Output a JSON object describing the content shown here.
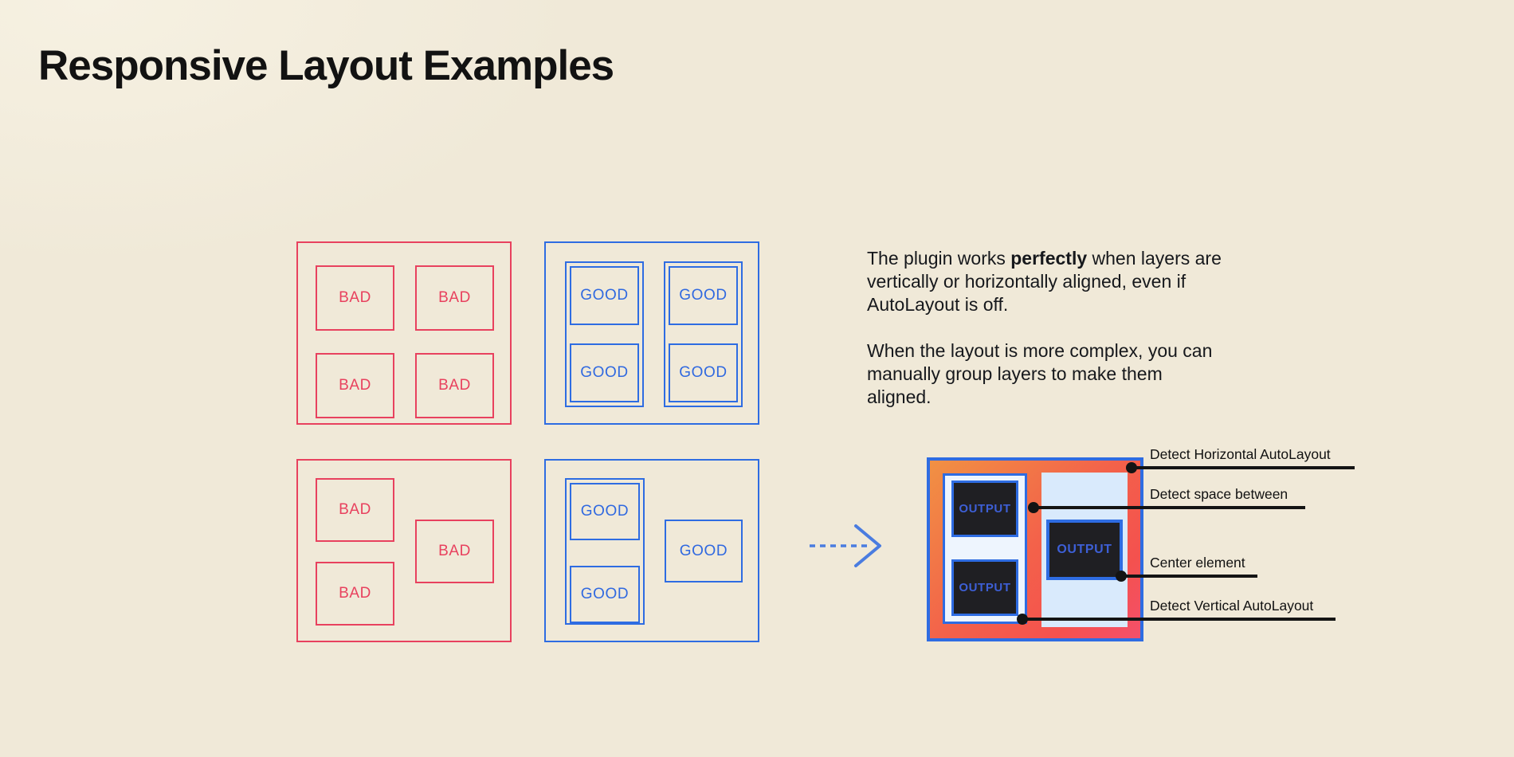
{
  "page": {
    "title": "Responsive Layout Examples"
  },
  "examples": {
    "bad_grid": {
      "labels": [
        "BAD",
        "BAD",
        "BAD",
        "BAD"
      ]
    },
    "good_grid": {
      "labels": [
        "GOOD",
        "GOOD",
        "GOOD",
        "GOOD"
      ]
    },
    "bad_scattered": {
      "labels": [
        "BAD",
        "BAD",
        "BAD"
      ]
    },
    "good_grouped": {
      "labels": [
        "GOOD",
        "GOOD",
        "GOOD"
      ]
    }
  },
  "description": {
    "p1_before": "The plugin works ",
    "p1_bold": "perfectly",
    "p1_after": " when layers are vertically or horizontally aligned, even if AutoLayout is off.",
    "p2": "When the layout is more complex, you can manually group layers to make them aligned."
  },
  "output_preview": {
    "labels": [
      "OUTPUT",
      "OUTPUT",
      "OUTPUT"
    ]
  },
  "annotations": {
    "horizontal": "Detect Horizontal AutoLayout",
    "space_between": "Detect space between",
    "center": "Center element",
    "vertical": "Detect Vertical AutoLayout"
  },
  "colors": {
    "background": "#f0e9d8",
    "bad_red": "#e8415e",
    "good_blue": "#2e6ce2",
    "gradient_orange": "#f19143",
    "gradient_red": "#f4514e",
    "gradient_pink": "#f4506b",
    "panel_light_blue": "#d9eafc",
    "group_fill": "#eef5fe",
    "output_dark": "#1f1f23",
    "output_text_blue": "#3d5fd6",
    "annotation_black": "#141414"
  }
}
